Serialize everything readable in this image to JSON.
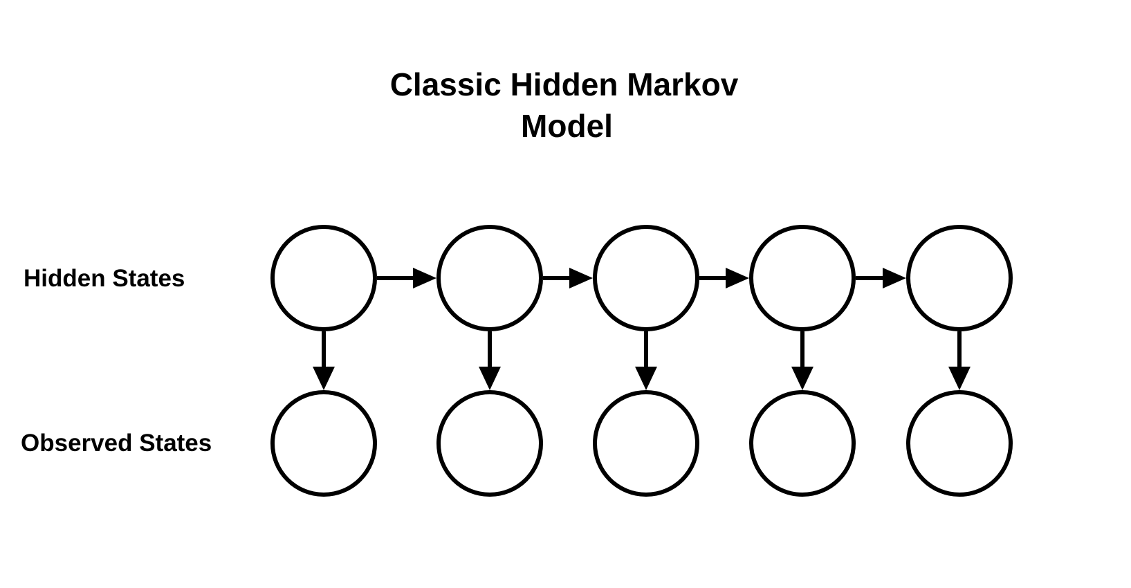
{
  "title": {
    "line1": "Classic Hidden Markov",
    "line2": "Model"
  },
  "labels": {
    "hidden": "Hidden States",
    "observed": "Observed States"
  },
  "diagram": {
    "hidden_state_count": 5,
    "observed_state_count": 5,
    "stroke_color": "#000000",
    "fill_color": "#ffffff"
  }
}
